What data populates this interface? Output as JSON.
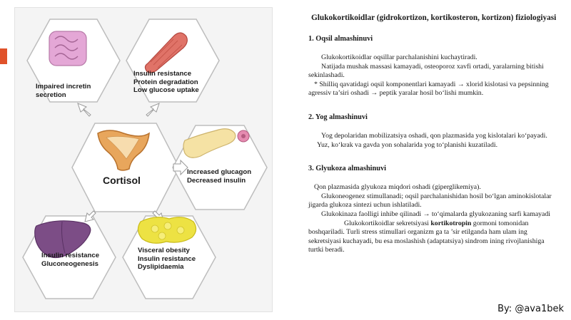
{
  "figure": {
    "center_label": "Cortisol",
    "labels": {
      "top_left": [
        "Impaired incretin",
        "secretion"
      ],
      "top_right": [
        "Insulin resistance",
        "Protein degradation",
        "Low glucose uptake"
      ],
      "mid_right": [
        "Increased glucagon",
        "Decreased insulin"
      ],
      "bottom_left": [
        "Insulin resistance",
        "Gluconeogenesis"
      ],
      "bottom_right": [
        "Visceral obesity",
        "Insulin resistance",
        "Dyslipidaemia"
      ]
    },
    "icons": [
      "intestine-icon",
      "muscle-icon",
      "adrenal-gland-icon",
      "pancreas-icon",
      "liver-icon",
      "fat-tissue-icon"
    ],
    "colors": {
      "accent": "#e0522a",
      "intestine": "#e4a7d6",
      "muscle": "#e07368",
      "pancreas": "#f5e2a4",
      "liver": "#7c4d86",
      "fat": "#ede243"
    }
  },
  "article": {
    "title": "Glukokortikoidlar (gidrokortizon, kortikosteron, kortizon) fiziologiyasi",
    "sections": [
      {
        "heading": "1. Oqsil almashinuvi",
        "paragraphs": [
          "Glukokortikoidlar oqsillar parchalanishini kuchaytiradi.",
          "Natijada mushak massasi kamayadi, osteoporoz xavfi ortadi, yaralarning bitishi sekinlashadi.",
          "Shilliq qavatidagi oqsil komponentlari kamayadi → xlorid kislotasi va pepsinning agressiv ta’siri oshadi → peptik yaralar hosil bo‘lishi mumkin."
        ]
      },
      {
        "heading": "2. Yog almashinuvi",
        "paragraphs": [
          "Yog depolaridan mobilizatsiya oshadi, qon plazmasida yog kislotalari ko‘payadi.",
          "Yuz, ko‘krak va gavda yon sohalarida yog to‘planishi kuzatiladi."
        ]
      },
      {
        "heading": "3. Glyukoza almashinuvi",
        "paragraphs": [
          "Qon plazmasida glyukoza miqdori oshadi (giperglikemiya).",
          "Glukoneogenez stimullanadi; oqsil parchalanishidan hosil bo‘lgan aminokislotalar jigarda glukoza sintezi uchun ishlatiladi.",
          "Glukokinaza faolligi inhibe qilinadi → to‘qimalarda glyukozaning sarfi kamayadi"
        ],
        "final": {
          "before": "Glukokortikoidlar sekretsiyasi ",
          "bold": "kortikotropin",
          "after": " gormoni tomonidan boshqariladi. Turli stress stimullari organizm ga ta ’sir etilganda ham ulam ing sekretsiyasi kuchayadi, bu esa moslashish (adaptatsiya) sindrom ining rivojlanishiga turtki beradi."
        }
      }
    ]
  },
  "author": "By: @ava1bek"
}
